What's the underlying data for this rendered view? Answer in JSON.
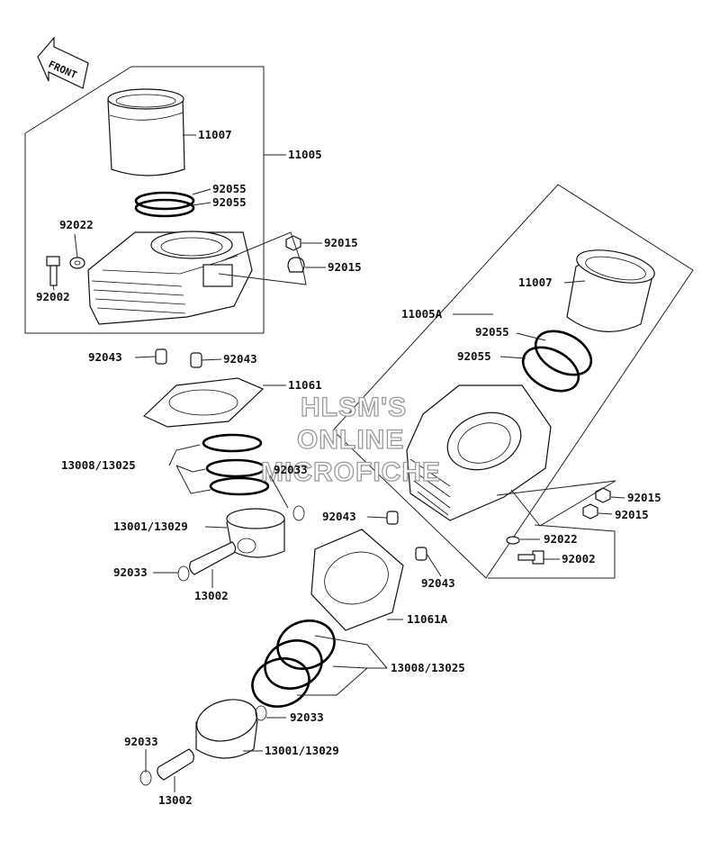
{
  "badge": {
    "front": "FRONT"
  },
  "watermark": [
    "HLSM'S",
    "ONLINE",
    "MICROFICHE"
  ],
  "labels": {
    "p11007_top": "11007",
    "p11005": "11005",
    "p92055_a": "92055",
    "p92055_b": "92055",
    "p92022_top": "92022",
    "p92002_top": "92002",
    "p92015_a": "92015",
    "p92015_b": "92015",
    "p92043_left": "92043",
    "p92043_right": "92043",
    "p11061": "11061",
    "p13008_top": "13008/13025",
    "p92033_top_r": "92033",
    "p13001_top": "13001/13029",
    "p92033_top_l": "92033",
    "p13002_top": "13002",
    "p11007_rear": "11007",
    "p11005A": "11005A",
    "p92055_c": "92055",
    "p92055_d": "92055",
    "p92015_c": "92015",
    "p92015_d": "92015",
    "p92043_rear_a": "92043",
    "p92022_rear": "92022",
    "p92002_rear": "92002",
    "p92043_rear_b": "92043",
    "p11061A": "11061A",
    "p13008_bottom": "13008/13025",
    "p92033_bottom_r": "92033",
    "p92033_bottom_l": "92033",
    "p13001_bottom": "13001/13029",
    "p13002_bottom": "13002"
  }
}
